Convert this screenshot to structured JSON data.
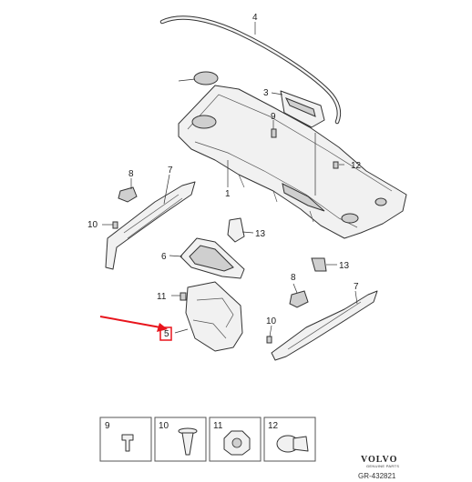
{
  "callouts": {
    "n1": "1",
    "n3": "3",
    "n4": "4",
    "n6": "6",
    "n7a": "7",
    "n7b": "7",
    "n8a": "8",
    "n8b": "8",
    "n9": "9",
    "n10a": "10",
    "n10b": "10",
    "n11": "11",
    "n12": "12",
    "n13a": "13",
    "n13b": "13",
    "n5": "5"
  },
  "thumbnails": [
    {
      "number": "9"
    },
    {
      "number": "10"
    },
    {
      "number": "11"
    },
    {
      "number": "12"
    }
  ],
  "brand": {
    "name": "VOLVO",
    "tagline": "GENUINE PARTS",
    "reference": "GR-432821"
  },
  "colors": {
    "highlight_arrow": "#e8141c",
    "highlight_box": "#e8141c",
    "line": "#333333"
  }
}
